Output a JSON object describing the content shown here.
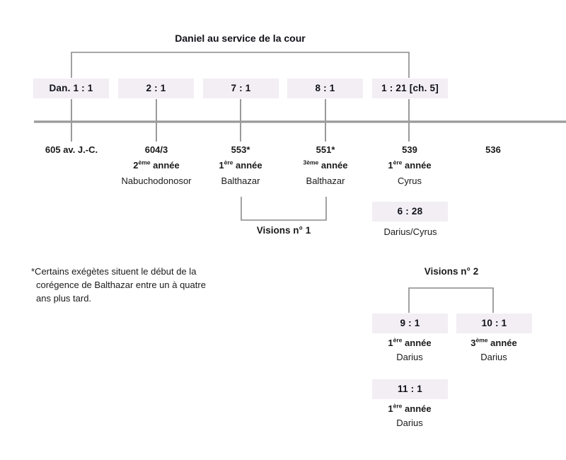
{
  "diagram": {
    "title": "Daniel au service de la cour",
    "timeline_axis_label": "timeline",
    "colors": {
      "box_fill": "#f2eef4",
      "line": "#8a8a8a",
      "text": "#1a1a1a",
      "background": "#ffffff"
    }
  },
  "court_group": {
    "heading": "Daniel au service de la cour",
    "entries": [
      {
        "reference": "Dan. 1 : 1",
        "year": "605 av. J.-C.",
        "regnal_year_prefix": "",
        "regnal_year_sup": "",
        "regnal_year_suffix": "",
        "ruler": ""
      },
      {
        "reference": "2 : 1",
        "year": "604/3",
        "regnal_year_prefix": "2",
        "regnal_year_sup": "ème",
        "regnal_year_suffix": " année",
        "ruler": "Nabuchodonosor"
      },
      {
        "reference": "7 : 1",
        "year": "553*",
        "regnal_year_prefix": "1",
        "regnal_year_sup": "ère",
        "regnal_year_suffix": " année",
        "ruler": "Balthazar"
      },
      {
        "reference": "8 : 1",
        "year": "551*",
        "regnal_year_prefix": "",
        "regnal_year_sup": "3ème",
        "regnal_year_suffix": " année",
        "ruler": "Balthazar"
      },
      {
        "reference": "1 : 21 [ch. 5]",
        "year": "539",
        "regnal_year_prefix": "1",
        "regnal_year_sup": "ère",
        "regnal_year_suffix": " année",
        "ruler": "Cyrus"
      }
    ],
    "trailing_year": "536"
  },
  "visions_1": {
    "label": "Visions n° 1"
  },
  "darius_cyrus": {
    "reference": "6 : 28",
    "ruler": "Darius/Cyrus"
  },
  "visions_2": {
    "label": "Visions n° 2",
    "entries": [
      {
        "reference": "9 : 1",
        "regnal_year_prefix": "1",
        "regnal_year_sup": "ère",
        "regnal_year_suffix": " année",
        "ruler": "Darius"
      },
      {
        "reference": "10 : 1",
        "regnal_year_prefix": "3",
        "regnal_year_sup": "ème",
        "regnal_year_suffix": " année",
        "ruler": "Darius"
      }
    ]
  },
  "chapter_11": {
    "reference": "11 : 1",
    "regnal_year_prefix": "1",
    "regnal_year_sup": "ère",
    "regnal_year_suffix": " année",
    "ruler": "Darius"
  },
  "footnote": {
    "line1": "*Certains exégètes situent le début de la",
    "line2": "corégence de Balthazar entre un à quatre",
    "line3": "ans plus tard."
  }
}
